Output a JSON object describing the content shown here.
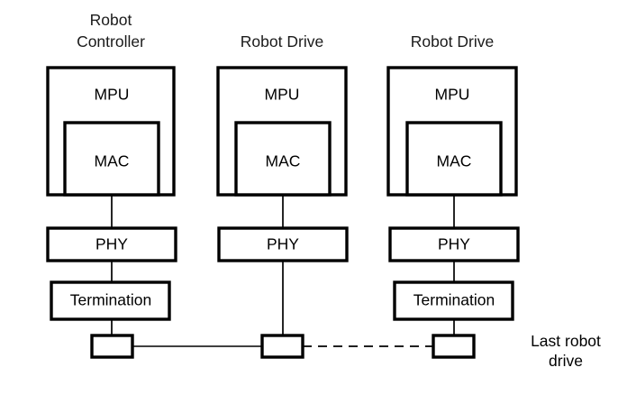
{
  "diagram": {
    "title": "",
    "background_color": "#ffffff",
    "stroke_color": "#000000",
    "columns": [
      {
        "id": "robot-controller",
        "title_line1": "Robot",
        "title_line2": "Controller",
        "mpu_label": "MPU",
        "mac_label": "MAC",
        "phy_label": "PHY",
        "termination_label": "Termination",
        "has_termination": true
      },
      {
        "id": "robot-drive-1",
        "title_line1": "Robot Drive",
        "title_line2": "",
        "mpu_label": "MPU",
        "mac_label": "MAC",
        "phy_label": "PHY",
        "termination_label": "",
        "has_termination": false
      },
      {
        "id": "robot-drive-2",
        "title_line1": "Robot Drive",
        "title_line2": "",
        "mpu_label": "MPU",
        "mac_label": "MAC",
        "phy_label": "PHY",
        "termination_label": "Termination",
        "has_termination": true
      }
    ],
    "side_note": {
      "line1": "Last robot",
      "line2": "drive"
    },
    "bus": {
      "solid_segment": "solid",
      "dashed_segment": "dashed"
    }
  }
}
